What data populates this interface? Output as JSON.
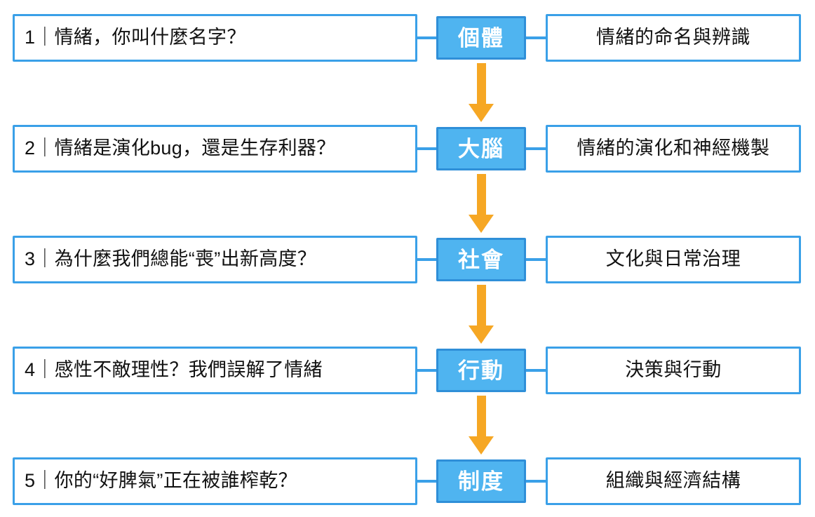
{
  "diagram": {
    "type": "flowchart-ladder",
    "title_present": false,
    "colors": {
      "box_border_blue": "#3AA0E8",
      "stage_fill_blue": "#4FB4F0",
      "stage_border_blue": "#2F8FD8",
      "arrow_orange": "#F6A724",
      "text_dark": "#111111",
      "stage_text": "#FFFFFF",
      "background": "#FFFFFF"
    },
    "rows": [
      {
        "question": "1｜情緒，你叫什麼名字？",
        "stage": "個體",
        "topic": "情緒的命名與辨識"
      },
      {
        "question": "2｜情緒是演化bug，還是生存利器？",
        "stage": "大腦",
        "topic": "情緒的演化和神經機製"
      },
      {
        "question": "3｜為什麼我們總能“喪”出新高度？",
        "stage": "社會",
        "topic": "文化與日常治理"
      },
      {
        "question": "4｜感性不敵理性？我們誤解了情緒",
        "stage": "行動",
        "topic": "決策與行動"
      },
      {
        "question": "5｜你的“好脾氣”正在被誰榨乾？",
        "stage": "制度",
        "topic": "組織與經濟結構"
      }
    ],
    "arrows": [
      {
        "from": "個體",
        "to": "大腦",
        "direction": "down"
      },
      {
        "from": "大腦",
        "to": "社會",
        "direction": "down"
      },
      {
        "from": "社會",
        "to": "行動",
        "direction": "down"
      },
      {
        "from": "行動",
        "to": "制度",
        "direction": "down"
      }
    ]
  }
}
